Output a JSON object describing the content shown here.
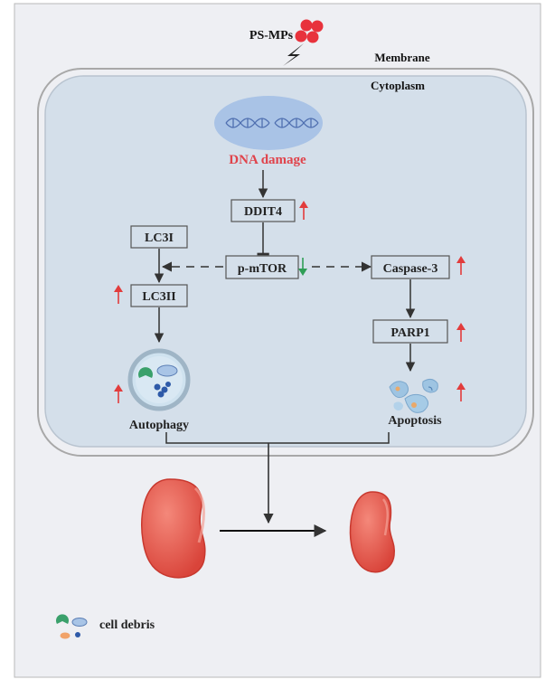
{
  "labels": {
    "ps_mps": "PS-MPs",
    "membrane": "Membrane",
    "cytoplasm": "Cytoplasm",
    "dna_damage": "DNA damage",
    "ddit4": "DDIT4",
    "lc3i": "LC3I",
    "p_mtor": "p-mTOR",
    "caspase3": "Caspase-3",
    "lc3ii": "LC3II",
    "parp1": "PARP1",
    "autophagy": "Autophagy",
    "apoptosis": "Apoptosis",
    "cell_debris": "cell debris"
  },
  "regulation": {
    "ddit4": "up",
    "p_mtor": "down",
    "caspase3": "up",
    "lc3ii": "up",
    "parp1": "up",
    "autophagy": "up",
    "apoptosis": "up"
  },
  "colors": {
    "frame_bg": "#eeeff3",
    "cell_fill": "#d4dfea",
    "nucleus_fill": "#a9c3e6",
    "dna_red": "#e0434b",
    "up_arrow": "#e23c3c",
    "down_arrow": "#2e9e56",
    "kidney": "#ea5a4c",
    "microplastic": "#e8323c",
    "box_border": "#555555",
    "line": "#333333"
  }
}
